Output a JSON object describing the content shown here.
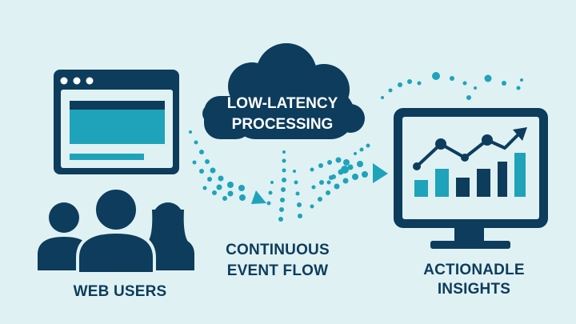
{
  "colors": {
    "background": "#dff1f3",
    "navy": "#0d3c5c",
    "teal": "#1fa3ba",
    "white": "#ffffff"
  },
  "icons": [
    "browser-window-icon",
    "users-icon",
    "cloud-icon",
    "monitor-chart-icon",
    "arrow-icon"
  ],
  "cloud": {
    "line1": "LOW-LATENCY",
    "line2": "PROCESSING"
  },
  "labels": {
    "web_users": "WEB USERS",
    "event_flow_line1": "CONTINUOUS",
    "event_flow_line2": "EVENT FLOW",
    "insights_line1": "ACTIONADLE",
    "insights_line2": "INSIGHTS"
  }
}
